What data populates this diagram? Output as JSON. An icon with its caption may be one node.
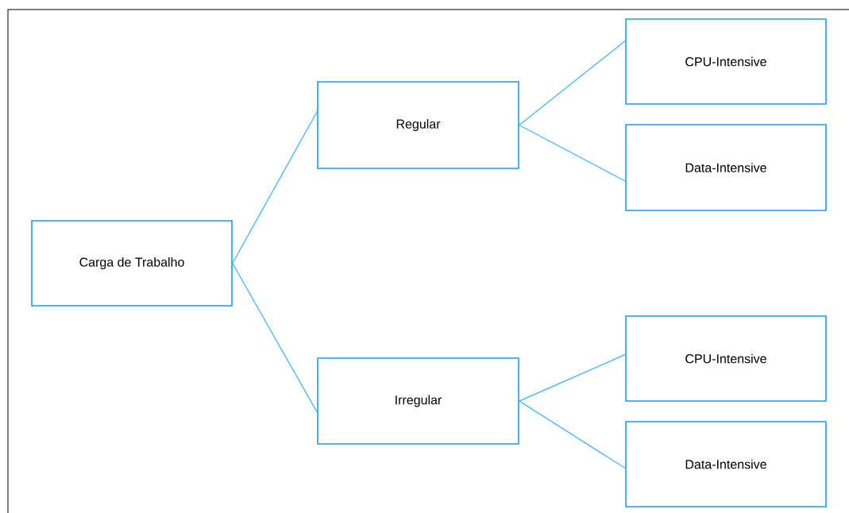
{
  "diagram": {
    "nodes": [
      {
        "text": [
          "Carga de Trabalho"
        ]
      },
      {
        "text": [
          "Regular"
        ]
      },
      {
        "text": [
          "CPU-Intensive"
        ]
      },
      {
        "text": [
          "Data-Intensive"
        ]
      },
      {
        "text": [
          "Irregular"
        ]
      },
      {
        "text": [
          "CPU-Intensive"
        ]
      },
      {
        "text": [
          "Data-Intensive"
        ]
      }
    ],
    "edges": [
      {
        "from": 0,
        "to": 1,
        "arrow": "none"
      },
      {
        "from": 0,
        "to": 4,
        "arrow": "none"
      },
      {
        "from": 1,
        "to": 2,
        "arrow": "none"
      },
      {
        "from": 1,
        "to": 3,
        "arrow": "none"
      },
      {
        "from": 4,
        "to": 5,
        "arrow": "none"
      },
      {
        "from": 4,
        "to": 6,
        "arrow": "none"
      }
    ]
  }
}
